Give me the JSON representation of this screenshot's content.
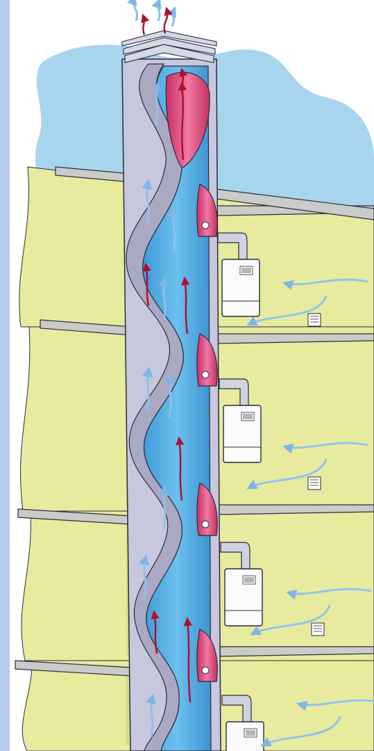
{
  "colors": {
    "edge_strip": "#b9c8f0",
    "sky": "#a8d5ee",
    "wall": "#e8ea9e",
    "wall_shade": "#d6dc86",
    "slab": "#c9ccc8",
    "concrete": "#c7c7dd",
    "duct_blue": "#5fb2e8",
    "flue_red": "#e1447a",
    "flue_pink": "#f4a7c2",
    "outline": "#2b2b3a",
    "boiler": "#fbfbfb",
    "air_arrow": "#8fc4ec",
    "red_arrow": "#b01030"
  },
  "floors": [
    {
      "id": "floor-1"
    },
    {
      "id": "floor-2"
    },
    {
      "id": "floor-3"
    },
    {
      "id": "floor-4"
    }
  ],
  "icons": {
    "boiler": "wall-boiler-icon",
    "vent": "air-vent-icon",
    "cap": "chimney-cap-icon",
    "flame": "combustion-chamber-icon"
  }
}
